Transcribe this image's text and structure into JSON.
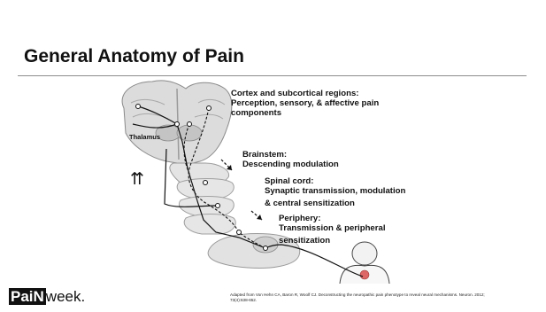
{
  "slide": {
    "title": "General Anatomy of Pain",
    "labels": {
      "cortex": [
        "Cortex and subcortical regions:",
        "Perception, sensory, & affective pain",
        "components"
      ],
      "thalamus": "Thalamus",
      "brainstem": [
        "Brainstem:",
        "Descending modulation"
      ],
      "spinal_cord": [
        "Spinal cord:",
        "Synaptic transmission, modulation",
        "& central sensitization"
      ],
      "periphery": [
        "Periphery:",
        "Transmission & peripheral",
        "sensitization"
      ]
    },
    "ascending_arrows": "⇈"
  },
  "footer": {
    "logo_pain": "PaiN",
    "logo_week": "week.",
    "citation": "Adapted from Von Hehn CA, Baron R, Woolf CJ. Deconstructing the neuropathic pain phenotype to reveal neural mechanisms. Neuron. 2012; 73(4):638-652."
  },
  "colors": {
    "ink": "#111111",
    "tissue": "#d9d9d9",
    "tissue_dark": "#b8b8b8",
    "divider": "#8c8c8c"
  }
}
